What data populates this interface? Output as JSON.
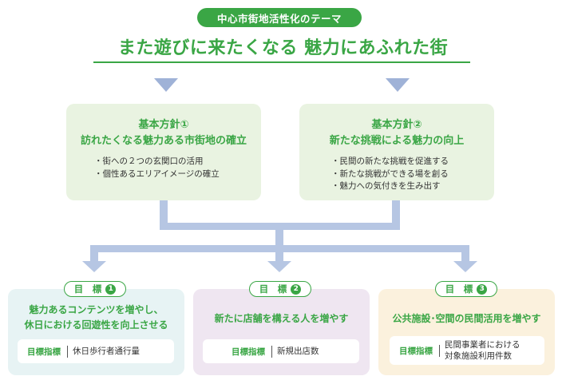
{
  "header": {
    "theme_label": "中心市街地活性化のテーマ",
    "title": "また遊びに来たくなる 魅力にあふれた街"
  },
  "policies": [
    {
      "heading": "基本方針①",
      "subtitle": "訪れたくなる魅力ある市街地の確立",
      "bullets": [
        "・街への２つの玄関口の活用",
        "・個性あるエリアイメージの確立"
      ]
    },
    {
      "heading": "基本方針②",
      "subtitle": "新たな挑戦による魅力の向上",
      "bullets": [
        "・民間の新たな挑戦を促進する",
        "・新たな挑戦ができる場を創る",
        "・魅力への気付きを生み出す"
      ]
    }
  ],
  "goals": [
    {
      "label": "目　標",
      "number": "1",
      "text_lines": [
        "魅力あるコンテンツを増やし、",
        "休日における回遊性を向上させる"
      ],
      "metric_key": "目標指標",
      "metric_value_lines": [
        "休日歩行者通行量"
      ],
      "bg": "#e7f3f4"
    },
    {
      "label": "目　標",
      "number": "2",
      "text_lines": [
        "新たに店舗を構える人を増やす"
      ],
      "metric_key": "目標指標",
      "metric_value_lines": [
        "新規出店数"
      ],
      "bg": "#efe6f1"
    },
    {
      "label": "目　標",
      "number": "3",
      "text_lines": [
        "公共施設･空間の民間活用を増やす"
      ],
      "metric_key": "目標指標",
      "metric_value_lines": [
        "民間事業者における",
        "対象施設利用件数"
      ],
      "bg": "#fbf1dd"
    }
  ],
  "colors": {
    "accent_green": "#3aa645",
    "connector_blue": "#b6c6e3",
    "policy_bg": "#e9f3e1"
  }
}
